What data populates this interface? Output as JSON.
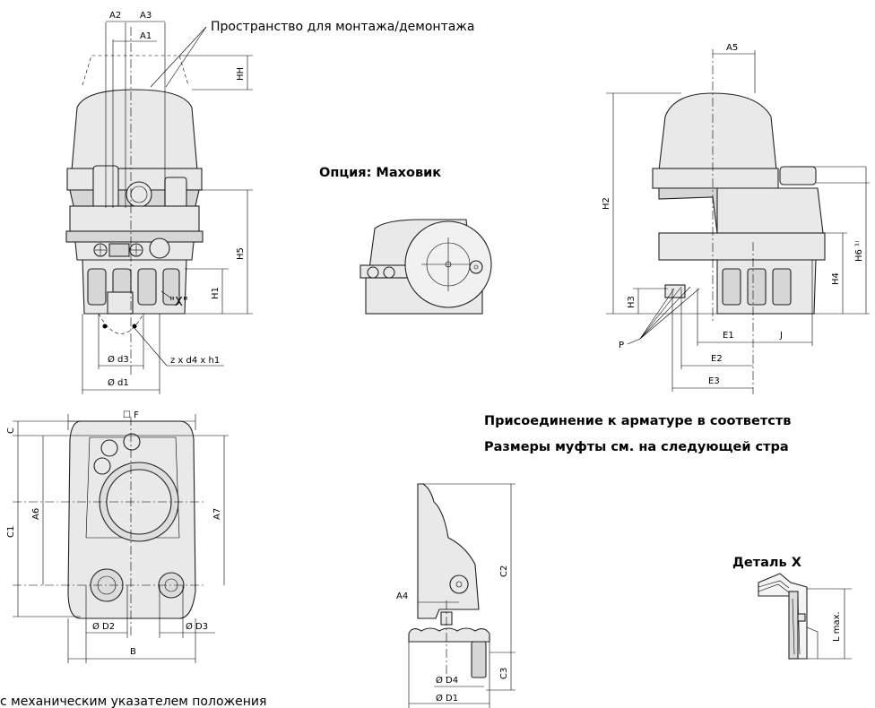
{
  "texts": {
    "space_label": "Пространство для монтажа/демонтажа",
    "handwheel_title": "Опция: Маховик",
    "connection_line1": "Присоединение к арматуре в соответств",
    "connection_line2": "Размеры муфты см. на следующей стра",
    "detail_title": "Деталь X",
    "indicator_note": "с механическим указателем положения"
  },
  "dims": {
    "A1": "A1",
    "A2": "A2",
    "A3": "A3",
    "A4": "A4",
    "A5": "A5",
    "A6": "A6",
    "A7": "A7",
    "HH": "HH",
    "H1": "H1",
    "H2": "H2",
    "H3": "H3",
    "H4": "H4",
    "H5": "H5",
    "H6": "H6 ¹⁾",
    "X": "\"X\"",
    "d3": "Ø d3",
    "d1": "Ø d1",
    "zd4h1": "z x d4 x h1",
    "F": "☐ F",
    "C": "C",
    "C1": "C1",
    "C2": "C2",
    "C3": "C3",
    "D1": "Ø D1",
    "D2": "Ø D2",
    "D3": "Ø D3",
    "D4": "Ø D4",
    "B": "B",
    "E1": "E1",
    "E2": "E2",
    "E3": "E3",
    "J": "J",
    "P": "P",
    "Lmax": "L max."
  }
}
